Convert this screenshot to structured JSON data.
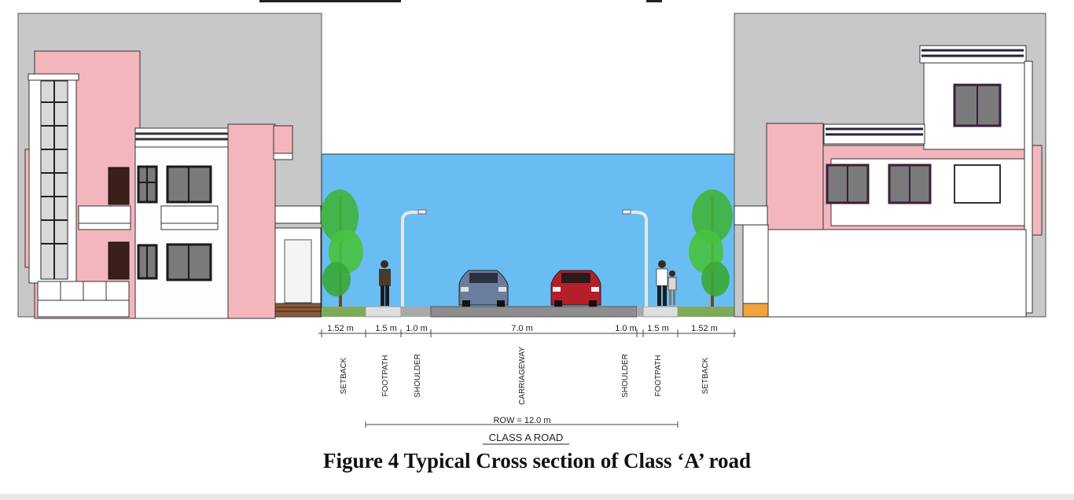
{
  "diagram": {
    "segments": [
      {
        "key": "setback_left",
        "dim": "1.52 m",
        "label": "SETBACK"
      },
      {
        "key": "footpath_left",
        "dim": "1.5 m",
        "label": "FOOTPATH"
      },
      {
        "key": "shoulder_left",
        "dim": "1.0 m",
        "label": "SHOULDER"
      },
      {
        "key": "carriageway",
        "dim": "7.0 m",
        "label": "CARRIAGEWAY"
      },
      {
        "key": "shoulder_right",
        "dim": "1.0 m",
        "label": "SHOULDER"
      },
      {
        "key": "footpath_right",
        "dim": "1.5 m",
        "label": "FOOTPATH"
      },
      {
        "key": "setback_right",
        "dim": "1.52 m",
        "label": "SETBACK"
      }
    ],
    "row_label": "ROW = 12.0 m",
    "road_class_label": "CLASS A ROAD"
  },
  "caption": "Figure 4 Typical Cross section of Class ‘A’ road",
  "colors": {
    "sky": "#69bdf2",
    "wall_pink": "#f4b6bd",
    "wall_white": "#fdfdfd",
    "background_grey": "#c8c8c8",
    "window_frame": "#3a1f3a",
    "car_left": "#6b7d9c",
    "car_right": "#b51f2a",
    "tree_green": "#3fb43a"
  },
  "icons": [
    "tree-icon",
    "street-lamp-icon",
    "person-icon",
    "car-icon",
    "building-icon"
  ]
}
